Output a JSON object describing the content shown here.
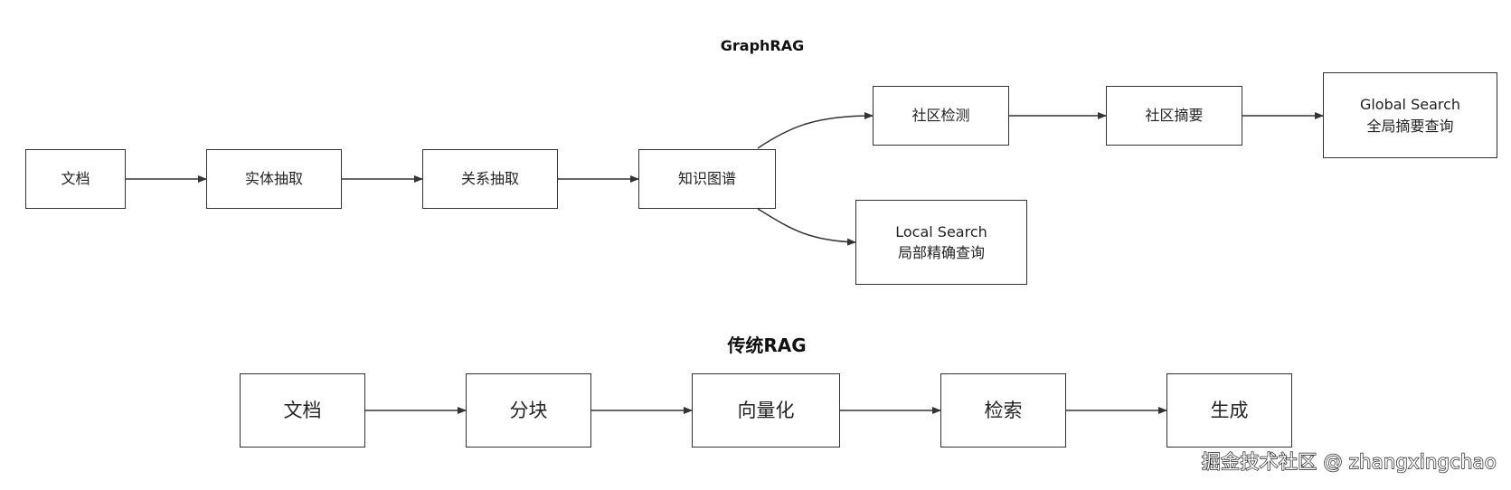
{
  "graphrag": {
    "title": "GraphRAG",
    "nodes": {
      "doc": "文档",
      "entity": "实体抽取",
      "relation": "关系抽取",
      "kg": "知识图谱",
      "community_detect": "社区检测",
      "community_summary": "社区摘要",
      "global": [
        "Global Search",
        "全局摘要查询"
      ],
      "local": [
        "Local Search",
        "局部精确查询"
      ]
    }
  },
  "traditional": {
    "title": "传统RAG",
    "nodes": {
      "doc": "文档",
      "chunk": "分块",
      "vectorize": "向量化",
      "retrieve": "检索",
      "generate": "生成"
    }
  },
  "watermark": "掘金技术社区 @ zhangxingchao"
}
